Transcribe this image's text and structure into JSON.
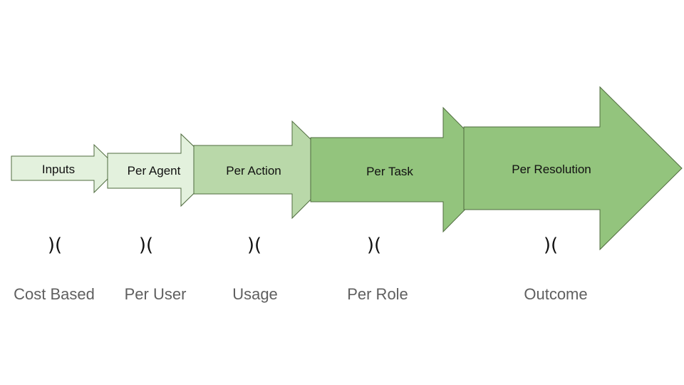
{
  "arrows": [
    {
      "label": "Inputs",
      "fill": "#e3f1dd"
    },
    {
      "label": "Per Agent",
      "fill": "#e3f1dd"
    },
    {
      "label": "Per Action",
      "fill": "#b9d8a9"
    },
    {
      "label": "Per Task",
      "fill": "#93c47d"
    },
    {
      "label": "Per Resolution",
      "fill": "#93c47d"
    }
  ],
  "separators": [
    ")(",
    ")(",
    ")(",
    ")(",
    ")("
  ],
  "labels": [
    "Cost Based",
    "Per User",
    "Usage",
    "Per Role",
    "Outcome"
  ]
}
